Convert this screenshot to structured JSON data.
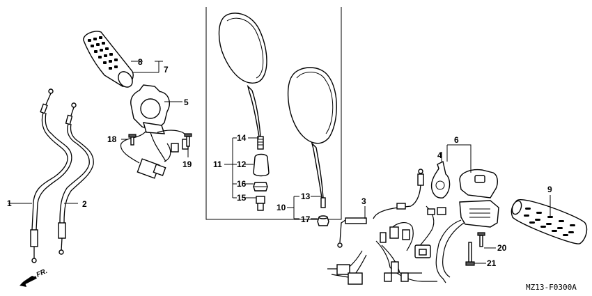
{
  "diagram": {
    "callouts": {
      "c1": "1",
      "c2": "2",
      "c3": "3",
      "c4": "4",
      "c5": "5",
      "c6": "6",
      "c7": "7",
      "c8": "8",
      "c9": "9",
      "c10": "10",
      "c11": "11",
      "c12": "12",
      "c13": "13",
      "c14": "14",
      "c15": "15",
      "c16": "16",
      "c17": "17",
      "c18": "18",
      "c19": "19",
      "c20": "20",
      "c21": "21"
    },
    "direction_label": "FR.",
    "drawing_code": "MZ13-F0300A"
  },
  "colors": {
    "ink": "#000000",
    "background": "#ffffff",
    "shade": "#555555"
  }
}
